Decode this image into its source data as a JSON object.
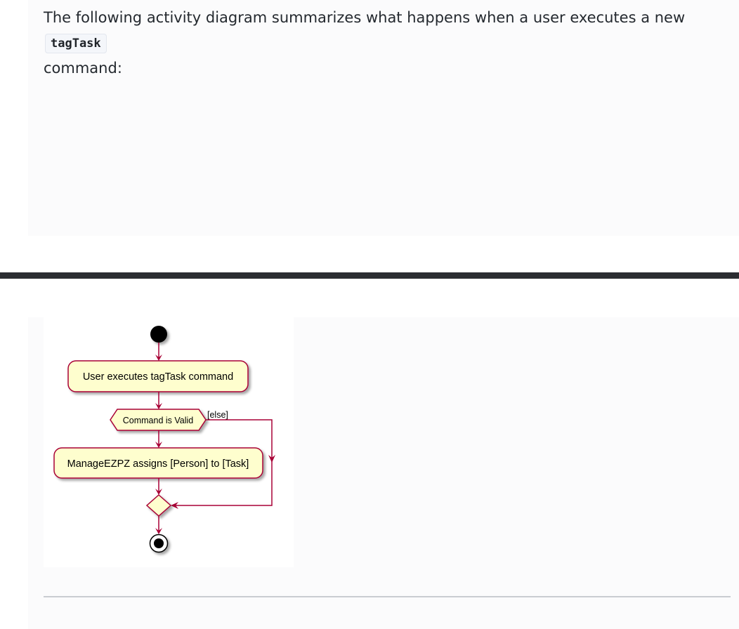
{
  "intro": {
    "text_before": "The following activity diagram summarizes what happens when a user executes a new ",
    "code": "tagTask",
    "text_after": " command:"
  },
  "diagram": {
    "action_1": "User executes tagTask command",
    "decision_1": "Command is Valid",
    "else_guard": "[else]",
    "action_2": "ManageEZPZ assigns [Person] to [Task]"
  },
  "colors": {
    "arrow": "#a80036",
    "node_fill": "#fefece",
    "start_node": "#000000"
  }
}
